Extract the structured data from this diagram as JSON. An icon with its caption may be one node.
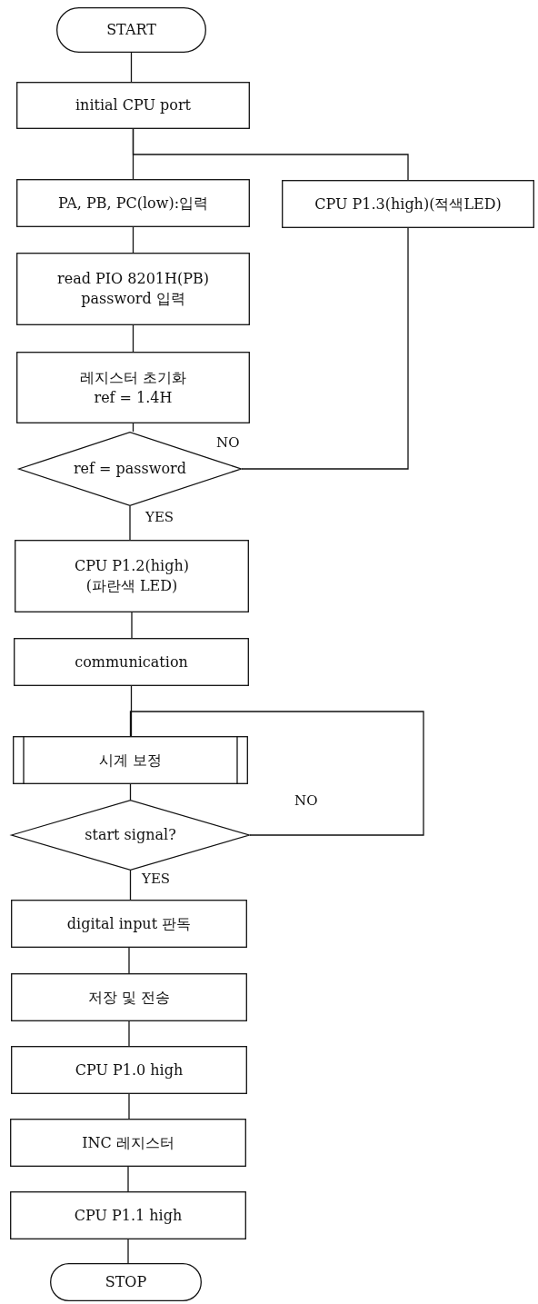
{
  "diagram": {
    "nodes": [
      {
        "text": [
          "START"
        ]
      },
      {
        "text": [
          "initial CPU port"
        ]
      },
      {
        "text": [
          "PA, PB, PC(low):입력"
        ]
      },
      {
        "text": [
          "CPU P1.3(high)(적색LED)"
        ]
      },
      {
        "text": [
          "read PIO 8201H(PB)",
          "password 입력"
        ]
      },
      {
        "text": [
          "레지스터 초기화",
          "ref = 1.4H"
        ]
      },
      {
        "text": [
          "ref = password"
        ]
      },
      {
        "text": [
          "CPU P1.2(high)",
          "(파란색 LED)"
        ]
      },
      {
        "text": [
          "communication"
        ]
      },
      {
        "text": [
          "시계 보정"
        ]
      },
      {
        "text": [
          "start signal?"
        ]
      },
      {
        "text": [
          "digital input 판독"
        ]
      },
      {
        "text": [
          "저장 및 전송"
        ]
      },
      {
        "text": [
          "CPU P1.0 high"
        ]
      },
      {
        "text": [
          "INC 레지스터"
        ]
      },
      {
        "text": [
          "CPU P1.1 high"
        ]
      },
      {
        "text": [
          "STOP"
        ]
      }
    ],
    "edges": [
      {
        "from": 0,
        "to": 1,
        "arrow": "none"
      },
      {
        "from": 1,
        "to": 2,
        "arrow": "none"
      },
      {
        "from": 1,
        "to": 3,
        "arrow": "none"
      },
      {
        "from": 2,
        "to": 4,
        "arrow": "none"
      },
      {
        "from": 4,
        "to": 5,
        "arrow": "none"
      },
      {
        "from": 5,
        "to": 6,
        "arrow": "none"
      },
      {
        "from": 6,
        "to": 3,
        "arrow": "none",
        "label": "NO"
      },
      {
        "from": 6,
        "to": 7,
        "arrow": "none",
        "label": "YES"
      },
      {
        "from": 7,
        "to": 8,
        "arrow": "none"
      },
      {
        "from": 8,
        "to": 9,
        "arrow": "none"
      },
      {
        "from": 9,
        "to": 10,
        "arrow": "none"
      },
      {
        "from": 10,
        "to": 9,
        "arrow": "none",
        "label": "NO"
      },
      {
        "from": 10,
        "to": 11,
        "arrow": "none",
        "label": "YES"
      },
      {
        "from": 11,
        "to": 12,
        "arrow": "none"
      },
      {
        "from": 12,
        "to": 13,
        "arrow": "none"
      },
      {
        "from": 13,
        "to": 14,
        "arrow": "none"
      },
      {
        "from": 14,
        "to": 15,
        "arrow": "none"
      },
      {
        "from": 15,
        "to": 16,
        "arrow": "none"
      }
    ]
  }
}
